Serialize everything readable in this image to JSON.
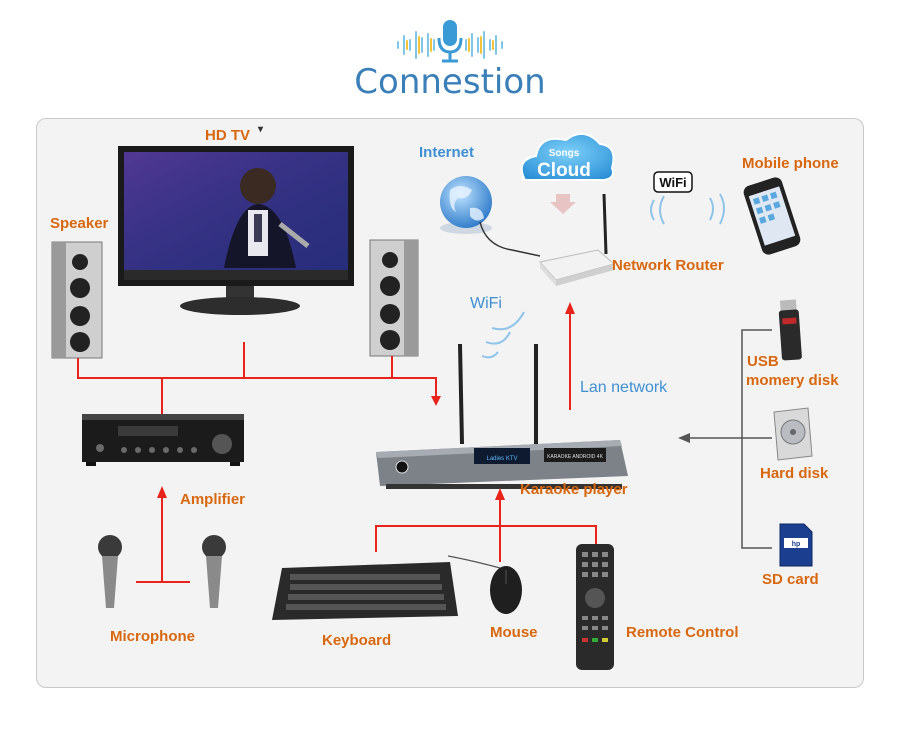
{
  "header": {
    "title": "Connestion",
    "logo_icon": "microphone-soundwave-icon"
  },
  "labels": {
    "hd_tv": "HD TV",
    "speaker": "Speaker",
    "internet": "Internet",
    "cloud_line1": "Songs",
    "cloud_line2": "Cloud",
    "wifi_badge": "WiFi",
    "mobile_phone": "Mobile phone",
    "network_router": "Network Router",
    "wifi": "WiFi",
    "lan_network": "Lan network",
    "usb_line1": "USB",
    "usb_line2": "momery disk",
    "hard_disk": "Hard disk",
    "sd_card": "SD card",
    "amplifier": "Amplifier",
    "karaoke_player": "Karaoke player",
    "microphone": "Microphone",
    "keyboard": "Keyboard",
    "mouse": "Mouse",
    "remote_control": "Remote Control",
    "player_screen_text": "KARAOKE ANDROID 4K",
    "player_brand": "Ladies KTV"
  },
  "colors": {
    "title": "#3a7fb8",
    "label_orange": "#d9670e",
    "label_blue": "#3f8fd4",
    "connector_red": "#e8231a",
    "connector_gray": "#555555"
  }
}
